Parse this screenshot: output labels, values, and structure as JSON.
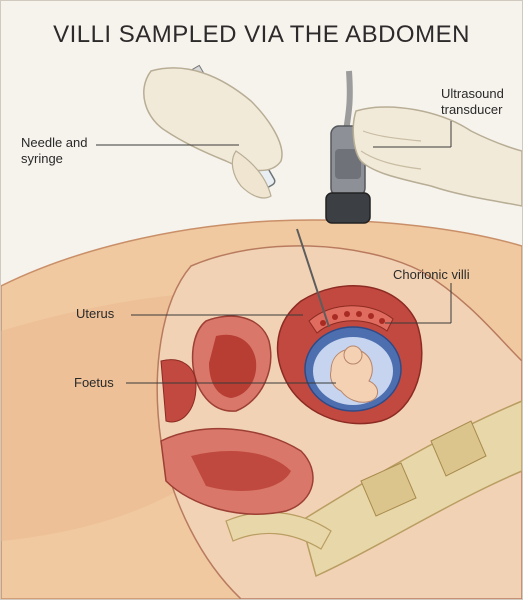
{
  "diagram": {
    "title": "VILLI SAMPLED VIA THE ABDOMEN",
    "labels": {
      "needle_and_syringe": "Needle and\nsyringe",
      "ultrasound_transducer": "Ultrasound\ntransducer",
      "chorionic_villi": "Chorionic villi",
      "uterus": "Uterus",
      "foetus": "Foetus"
    }
  },
  "colors": {
    "background": "#f6f2ec",
    "skin": "#f0c9a0",
    "flesh": "#d9786a",
    "muscle": "#c2493f",
    "fetus_sac": "#4d6fb0",
    "bone": "#e8d7a8",
    "glove": "#f2ead9"
  }
}
